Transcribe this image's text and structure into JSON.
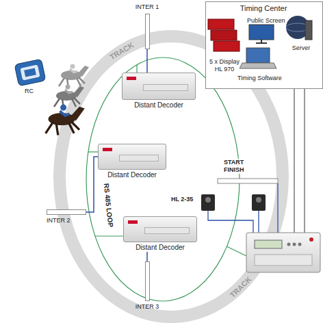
{
  "diagram": {
    "nodes": [
      {
        "text": [
          "Timing Center",
          "Public Screen",
          "5 x Display HL 970",
          "Server",
          "Timing Software"
        ]
      },
      {
        "text": [
          "INTER 1"
        ]
      },
      {
        "text": [
          "Distant Decoder"
        ]
      },
      {
        "text": [
          "Distant Decoder"
        ]
      },
      {
        "text": [
          "INTER 2"
        ]
      },
      {
        "text": [
          "Distant Decoder"
        ]
      },
      {
        "text": [
          "INTER 3"
        ]
      }
    ],
    "edges": [
      {
        "from": 1,
        "to": 2,
        "arrow": "none"
      },
      {
        "from": 4,
        "to": 3,
        "arrow": "none"
      },
      {
        "from": 6,
        "to": 5,
        "arrow": "none"
      }
    ],
    "labels": [
      "RC",
      "TRACK",
      "START FINISH",
      "HL 2-35",
      "RS 485 LOOP",
      "TRACK"
    ]
  }
}
